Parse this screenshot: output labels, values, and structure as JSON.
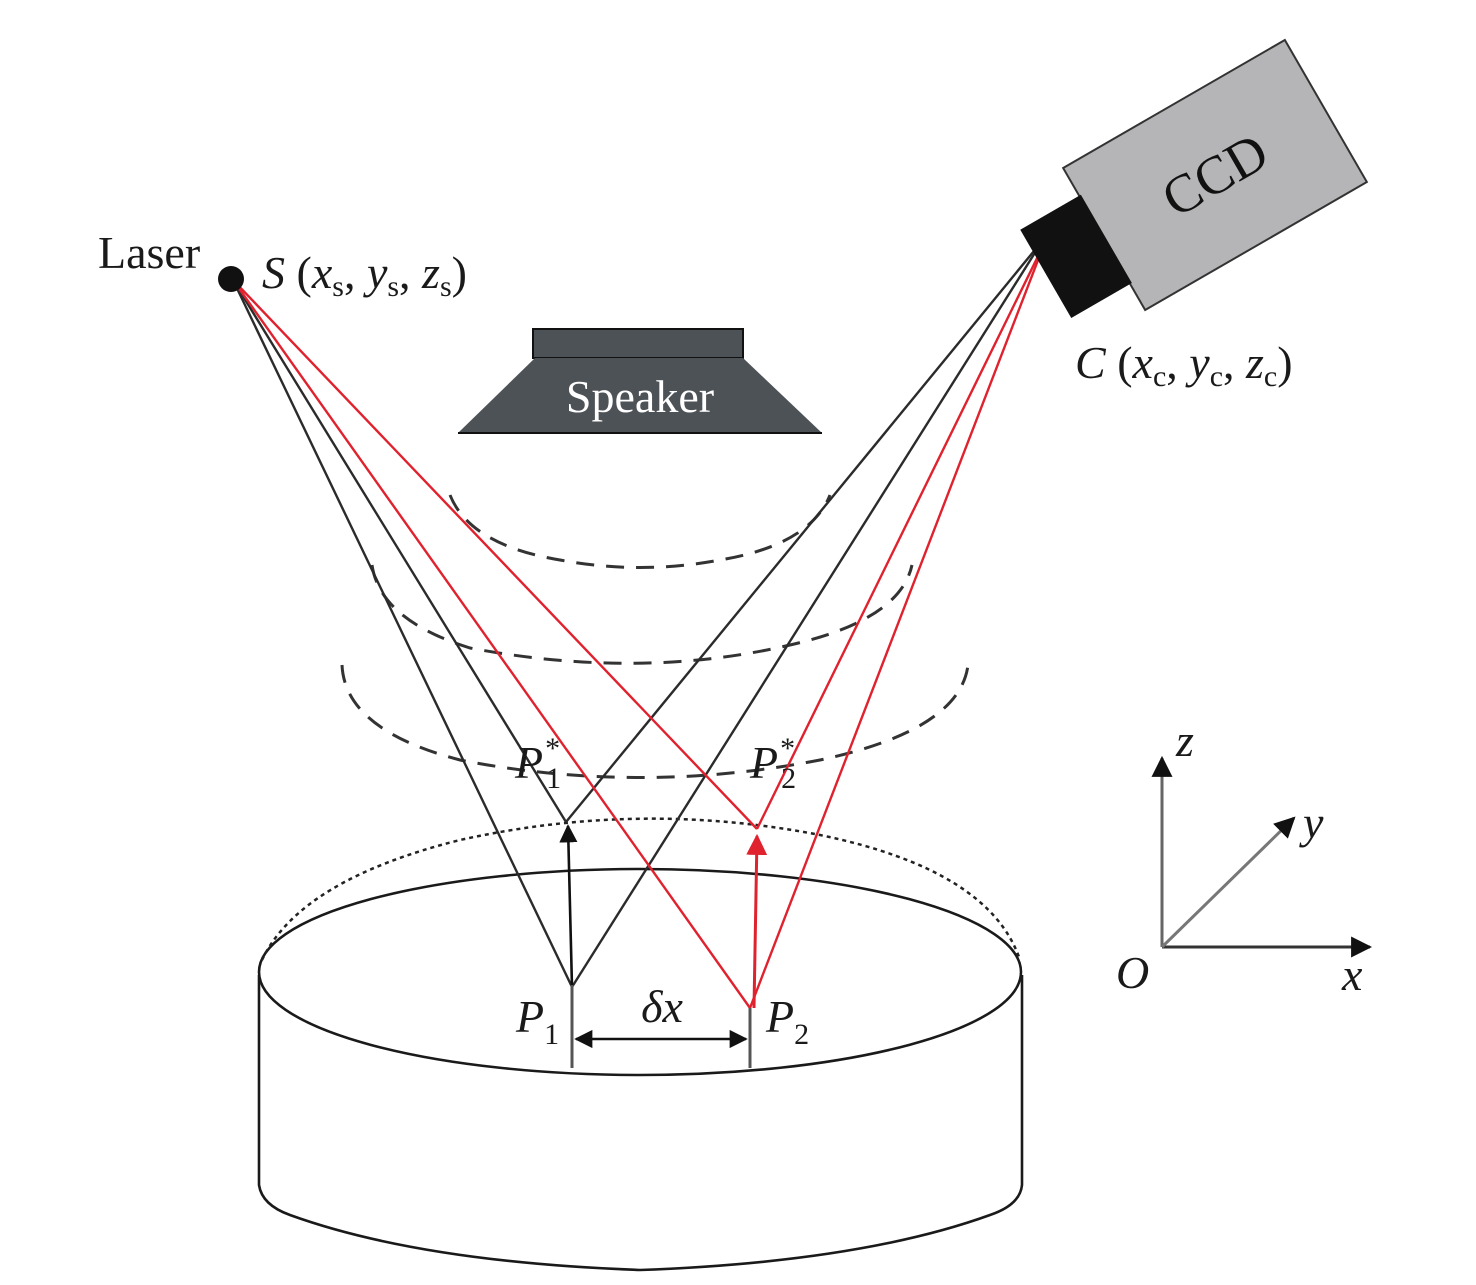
{
  "figure": {
    "laser": {
      "label": "Laser",
      "point": "S",
      "coords": [
        "x",
        "y",
        "z"
      ],
      "coord_subscript": "s"
    },
    "camera": {
      "label": "CCD",
      "point": "C",
      "coords": [
        "x",
        "y",
        "z"
      ],
      "coord_subscript": "c"
    },
    "speaker": {
      "label": "Speaker"
    },
    "points": {
      "p1": {
        "base": "P",
        "sub": "1"
      },
      "p2": {
        "base": "P",
        "sub": "2"
      },
      "p1_star": {
        "base": "P",
        "sub": "1",
        "sup": "*"
      },
      "p2_star": {
        "base": "P",
        "sub": "2",
        "sup": "*"
      }
    },
    "displacement": {
      "label": "δx"
    },
    "axes": {
      "origin": "O",
      "x": "x",
      "y": "y",
      "z": "z"
    },
    "colors": {
      "reference_rays": "#2b2b2b",
      "displaced_rays": "#e0222e",
      "speaker_fill": "#4d5257",
      "ccd_body": "#b5b5b7",
      "ccd_lens": "#111111"
    }
  }
}
